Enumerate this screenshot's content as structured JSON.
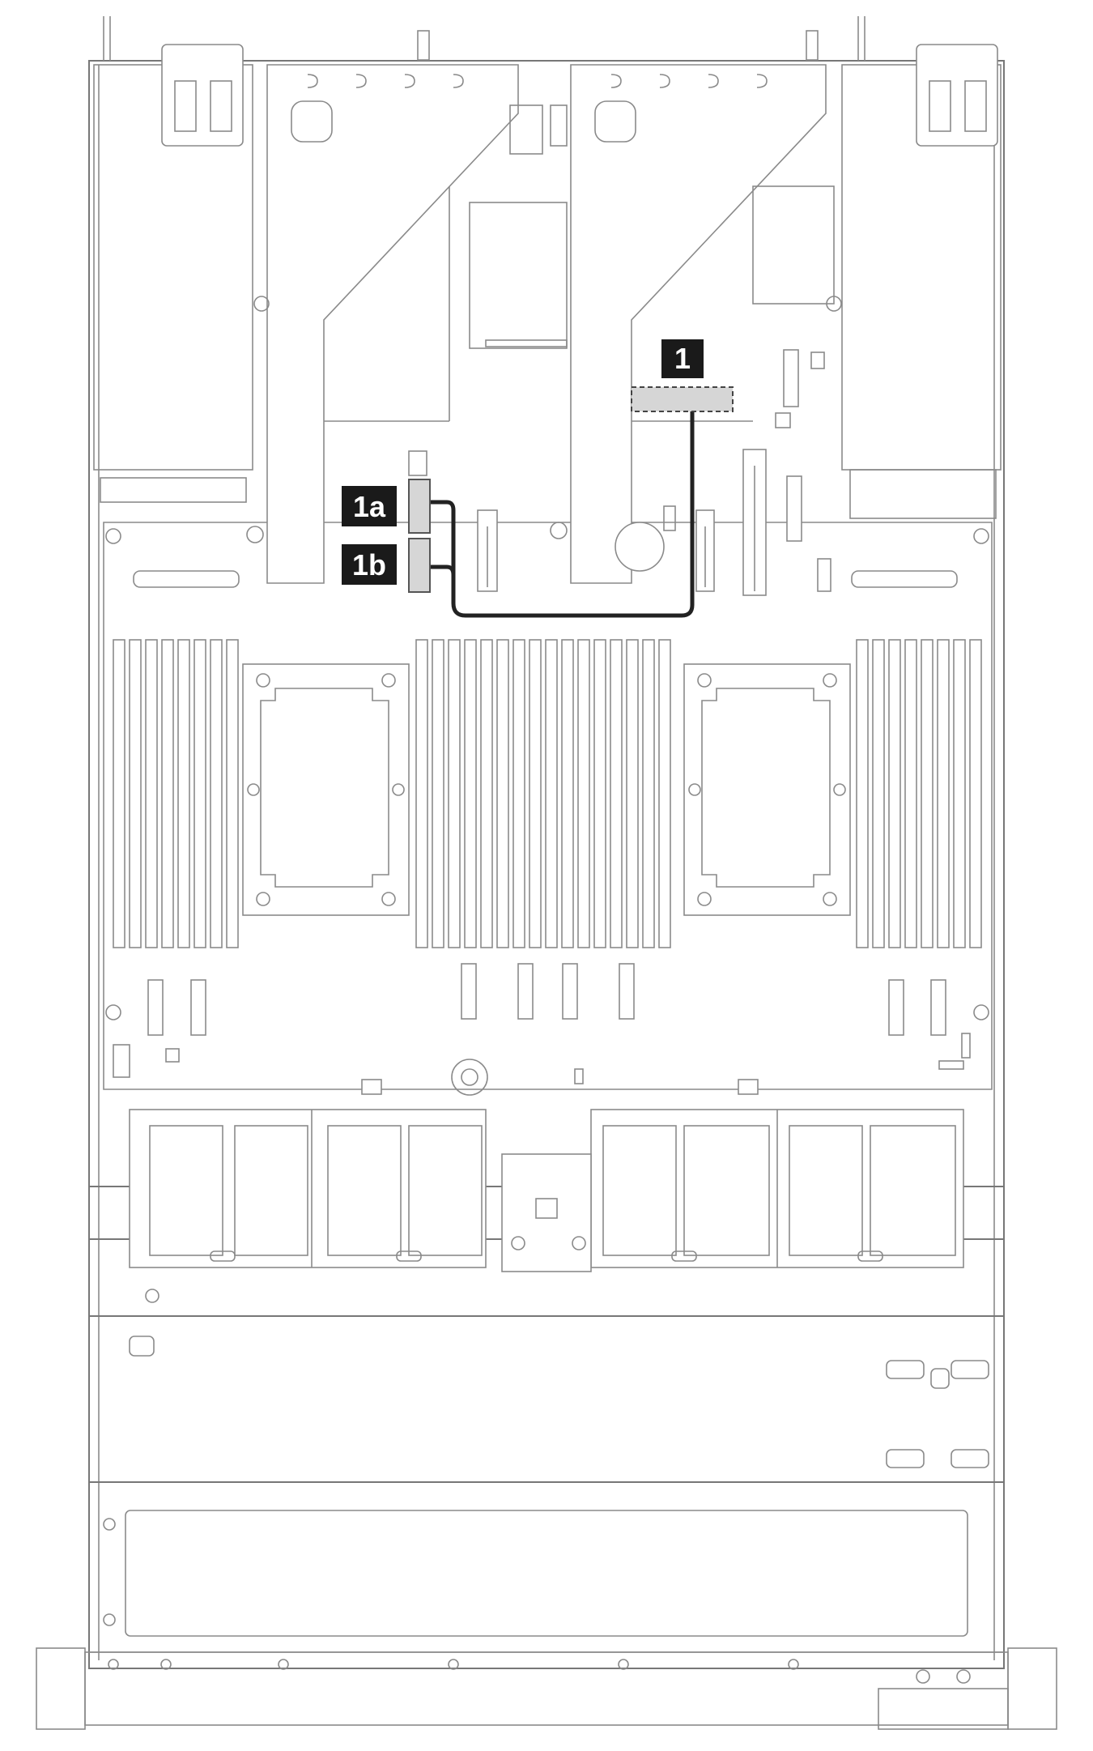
{
  "callouts": {
    "c1": "1",
    "c1a": "1a",
    "c1b": "1b"
  },
  "colors": {
    "outline": "#8a8a8a",
    "cable": "#222222",
    "callout_bg": "#1a1a1a",
    "connector_fill": "#d6d6d6"
  }
}
